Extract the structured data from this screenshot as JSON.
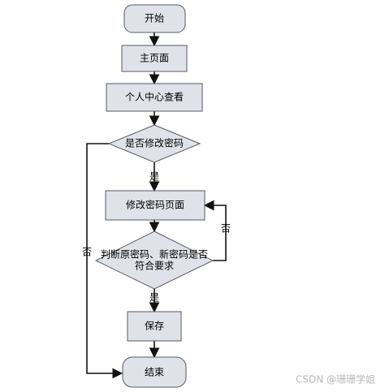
{
  "flowchart": {
    "nodes": {
      "start": "开始",
      "home": "主页面",
      "profile": "个人中心查看",
      "decision_change": "是否修改密码",
      "change_page": "修改密码页面",
      "check_line1": "判断原密码、新密码是否",
      "check_line2": "符合要求",
      "save": "保存",
      "end": "结束"
    },
    "edge_labels": {
      "yes_to_change": "是",
      "no_to_end": "否",
      "no_back_to_change": "否",
      "yes_to_save": "是"
    }
  },
  "watermark": "CSDN @珊珊学姐"
}
